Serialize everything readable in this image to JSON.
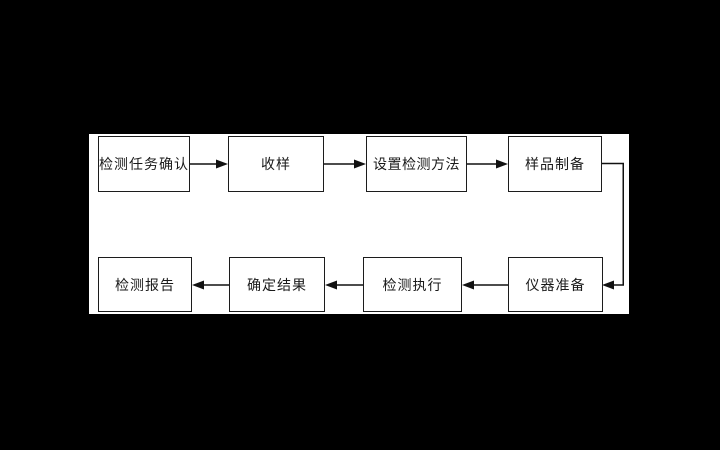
{
  "colors": {
    "background": "#000000",
    "panel": "#ffffff",
    "box_border": "#1c1c1c",
    "line": "#111111",
    "text": "#1a1a1a"
  },
  "flowchart": {
    "nodes": [
      {
        "id": "confirm-task",
        "label": "检测任务确认",
        "row": 1,
        "col": 1
      },
      {
        "id": "receive-sample",
        "label": "收样",
        "row": 1,
        "col": 2
      },
      {
        "id": "set-method",
        "label": "设置检测方法",
        "row": 1,
        "col": 3
      },
      {
        "id": "prepare-sample",
        "label": "样品制备",
        "row": 1,
        "col": 4
      },
      {
        "id": "prepare-instrument",
        "label": "仪器准备",
        "row": 2,
        "col": 4
      },
      {
        "id": "execute-test",
        "label": "检测执行",
        "row": 2,
        "col": 3
      },
      {
        "id": "confirm-result",
        "label": "确定结果",
        "row": 2,
        "col": 2
      },
      {
        "id": "test-report",
        "label": "检测报告",
        "row": 2,
        "col": 1
      }
    ],
    "edges": [
      {
        "from": "检测任务确认",
        "to": "收样",
        "direction": "right"
      },
      {
        "from": "收样",
        "to": "设置检测方法",
        "direction": "right"
      },
      {
        "from": "设置检测方法",
        "to": "样品制备",
        "direction": "right"
      },
      {
        "from": "样品制备",
        "to": "仪器准备",
        "direction": "right-down-left-elbow"
      },
      {
        "from": "仪器准备",
        "to": "检测执行",
        "direction": "left"
      },
      {
        "from": "检测执行",
        "to": "确定结果",
        "direction": "left"
      },
      {
        "from": "确定结果",
        "to": "检测报告",
        "direction": "left"
      }
    ]
  }
}
